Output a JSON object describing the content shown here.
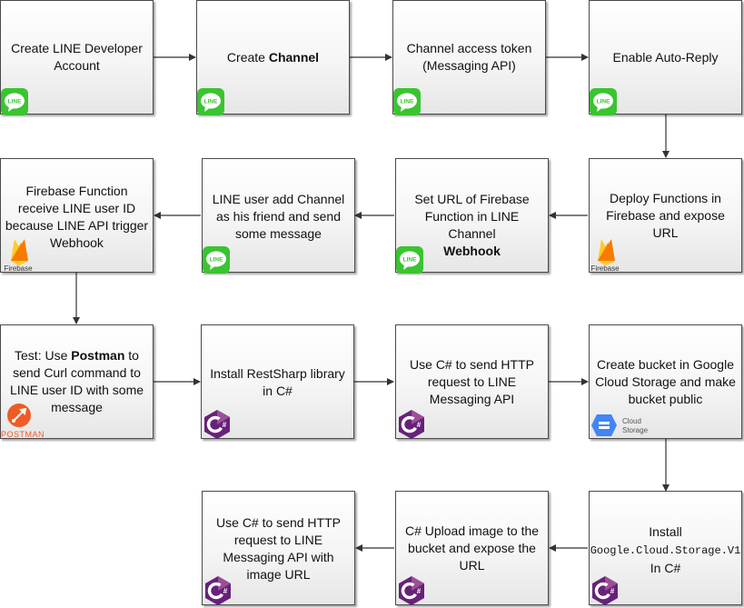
{
  "boxes": {
    "b1": {
      "line1": "Create LINE Developer",
      "line2": "Account",
      "icon": "line-icon"
    },
    "b2": {
      "pre": "Create ",
      "bold": "Channel",
      "icon": "line-icon"
    },
    "b3": {
      "line1": "Channel access token",
      "line2": "(Messaging API)",
      "icon": "line-icon"
    },
    "b4": {
      "line1": "Enable Auto-Reply",
      "icon": "line-icon"
    },
    "b5": {
      "line1": "Deploy Functions in",
      "line2": "Firebase and expose URL",
      "icon": "firebase-icon",
      "icon_label": "Firebase"
    },
    "b6": {
      "line1": "Set URL of Firebase",
      "line2": "Function in LINE Channel",
      "bold": "Webhook",
      "icon": "line-icon"
    },
    "b7": {
      "line1": "LINE user add Channel",
      "line2": "as his friend and send",
      "line3": "some message",
      "icon": "line-icon"
    },
    "b8": {
      "line1": "Firebase Function",
      "line2": "receive LINE user ID",
      "line3": "because LINE API trigger",
      "line4": "Webhook",
      "icon": "firebase-icon",
      "icon_label": "Firebase"
    },
    "b9": {
      "pre": "Test: Use ",
      "bold": "Postman",
      "post": " to",
      "line2": "send Curl command to",
      "line3": "LINE user ID with some",
      "line4": "message",
      "icon": "postman-icon",
      "icon_label": "POSTMAN"
    },
    "b10": {
      "line1": "Install RestSharp library",
      "line2": "in C#",
      "icon": "csharp-icon"
    },
    "b11": {
      "line1": "Use C# to send HTTP",
      "line2": "request to LINE",
      "line3": "Messaging API",
      "icon": "csharp-icon"
    },
    "b12": {
      "line1": "Create bucket in Google",
      "line2": "Cloud Storage and make",
      "line3": "bucket public",
      "icon": "cloud-storage-icon",
      "icon_label1": "Cloud",
      "icon_label2": "Storage"
    },
    "b13": {
      "line1": "Install",
      "code": "Google.Cloud.Storage.V1",
      "line3": "In C#",
      "icon": "csharp-icon"
    },
    "b14": {
      "line1": "C# Upload image to the",
      "line2": "bucket and expose the",
      "line3": "URL",
      "icon": "csharp-icon"
    },
    "b15": {
      "line1": "Use C# to send HTTP",
      "line2": "request to LINE",
      "line3": "Messaging API with",
      "line4": "image URL",
      "icon": "csharp-icon"
    }
  },
  "colors": {
    "line": "#3ac430",
    "firebase_yellow": "#ffca28",
    "firebase_orange": "#f57c00",
    "postman": "#ef5b25",
    "csharp": "#68217a",
    "csharp_light": "#9b4f96",
    "gcs_blue": "#4285f4"
  }
}
